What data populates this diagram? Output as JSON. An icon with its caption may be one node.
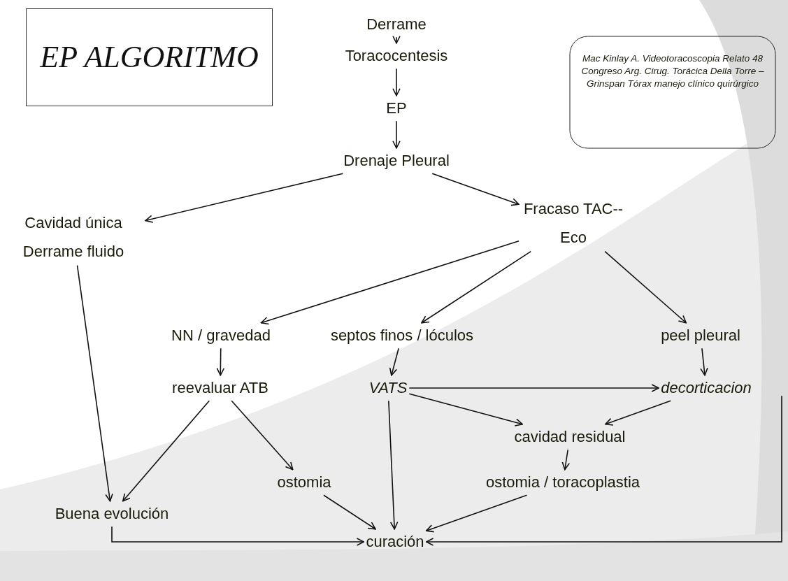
{
  "diagram": {
    "title": "EP ALGORITMO",
    "nodes": [
      {
        "text": [
          "Derrame"
        ]
      },
      {
        "text": [
          "Toracocentesis"
        ]
      },
      {
        "text": [
          "EP"
        ]
      },
      {
        "text": [
          "Drenaje Pleural"
        ]
      },
      {
        "text": [
          "Fracaso TAC--Eco"
        ]
      },
      {
        "text": [
          "Cavidad única Derrame fluido"
        ]
      },
      {
        "text": [
          "NN / gravedad"
        ]
      },
      {
        "text": [
          "septos finos / lóculos"
        ]
      },
      {
        "text": [
          "peel pleural"
        ]
      },
      {
        "text": [
          "reevaluar ATB"
        ]
      },
      {
        "text": [
          "VATS"
        ]
      },
      {
        "text": [
          "decorticacion"
        ]
      },
      {
        "text": [
          "cavidad residual"
        ]
      },
      {
        "text": [
          "ostomia"
        ]
      },
      {
        "text": [
          "ostomia / toracoplastia"
        ]
      },
      {
        "text": [
          "Buena evolución"
        ]
      },
      {
        "text": [
          "curación"
        ]
      },
      {
        "text": [
          "Mac Kinlay A. Videotoracoscopia Relato 48 Congreso Arg. Cirug. Torácica Della Torre –Grinspan Tórax manejo clínico quirúrgico"
        ]
      }
    ],
    "edges": [
      {
        "from": 0,
        "to": 1,
        "arrow": "to"
      },
      {
        "from": 1,
        "to": 2,
        "arrow": "to"
      },
      {
        "from": 2,
        "to": 3,
        "arrow": "to"
      },
      {
        "from": 3,
        "to": 5,
        "arrow": "to"
      },
      {
        "from": 3,
        "to": 4,
        "arrow": "to"
      },
      {
        "from": 4,
        "to": 6,
        "arrow": "to"
      },
      {
        "from": 4,
        "to": 7,
        "arrow": "to"
      },
      {
        "from": 4,
        "to": 8,
        "arrow": "to"
      },
      {
        "from": 5,
        "to": 15,
        "arrow": "to"
      },
      {
        "from": 6,
        "to": 9,
        "arrow": "to"
      },
      {
        "from": 7,
        "to": 10,
        "arrow": "to"
      },
      {
        "from": 8,
        "to": 11,
        "arrow": "to"
      },
      {
        "from": 10,
        "to": 11,
        "arrow": "to"
      },
      {
        "from": 9,
        "to": 15,
        "arrow": "to"
      },
      {
        "from": 9,
        "to": 13,
        "arrow": "to"
      },
      {
        "from": 10,
        "to": 16,
        "arrow": "to"
      },
      {
        "from": 10,
        "to": 12,
        "arrow": "to"
      },
      {
        "from": 11,
        "to": 12,
        "arrow": "to"
      },
      {
        "from": 12,
        "to": 14,
        "arrow": "to"
      },
      {
        "from": 13,
        "to": 16,
        "arrow": "to"
      },
      {
        "from": 14,
        "to": 16,
        "arrow": "to"
      },
      {
        "from": 15,
        "to": 16,
        "arrow": "to"
      },
      {
        "from": 11,
        "to": 16,
        "arrow": "to"
      }
    ]
  }
}
